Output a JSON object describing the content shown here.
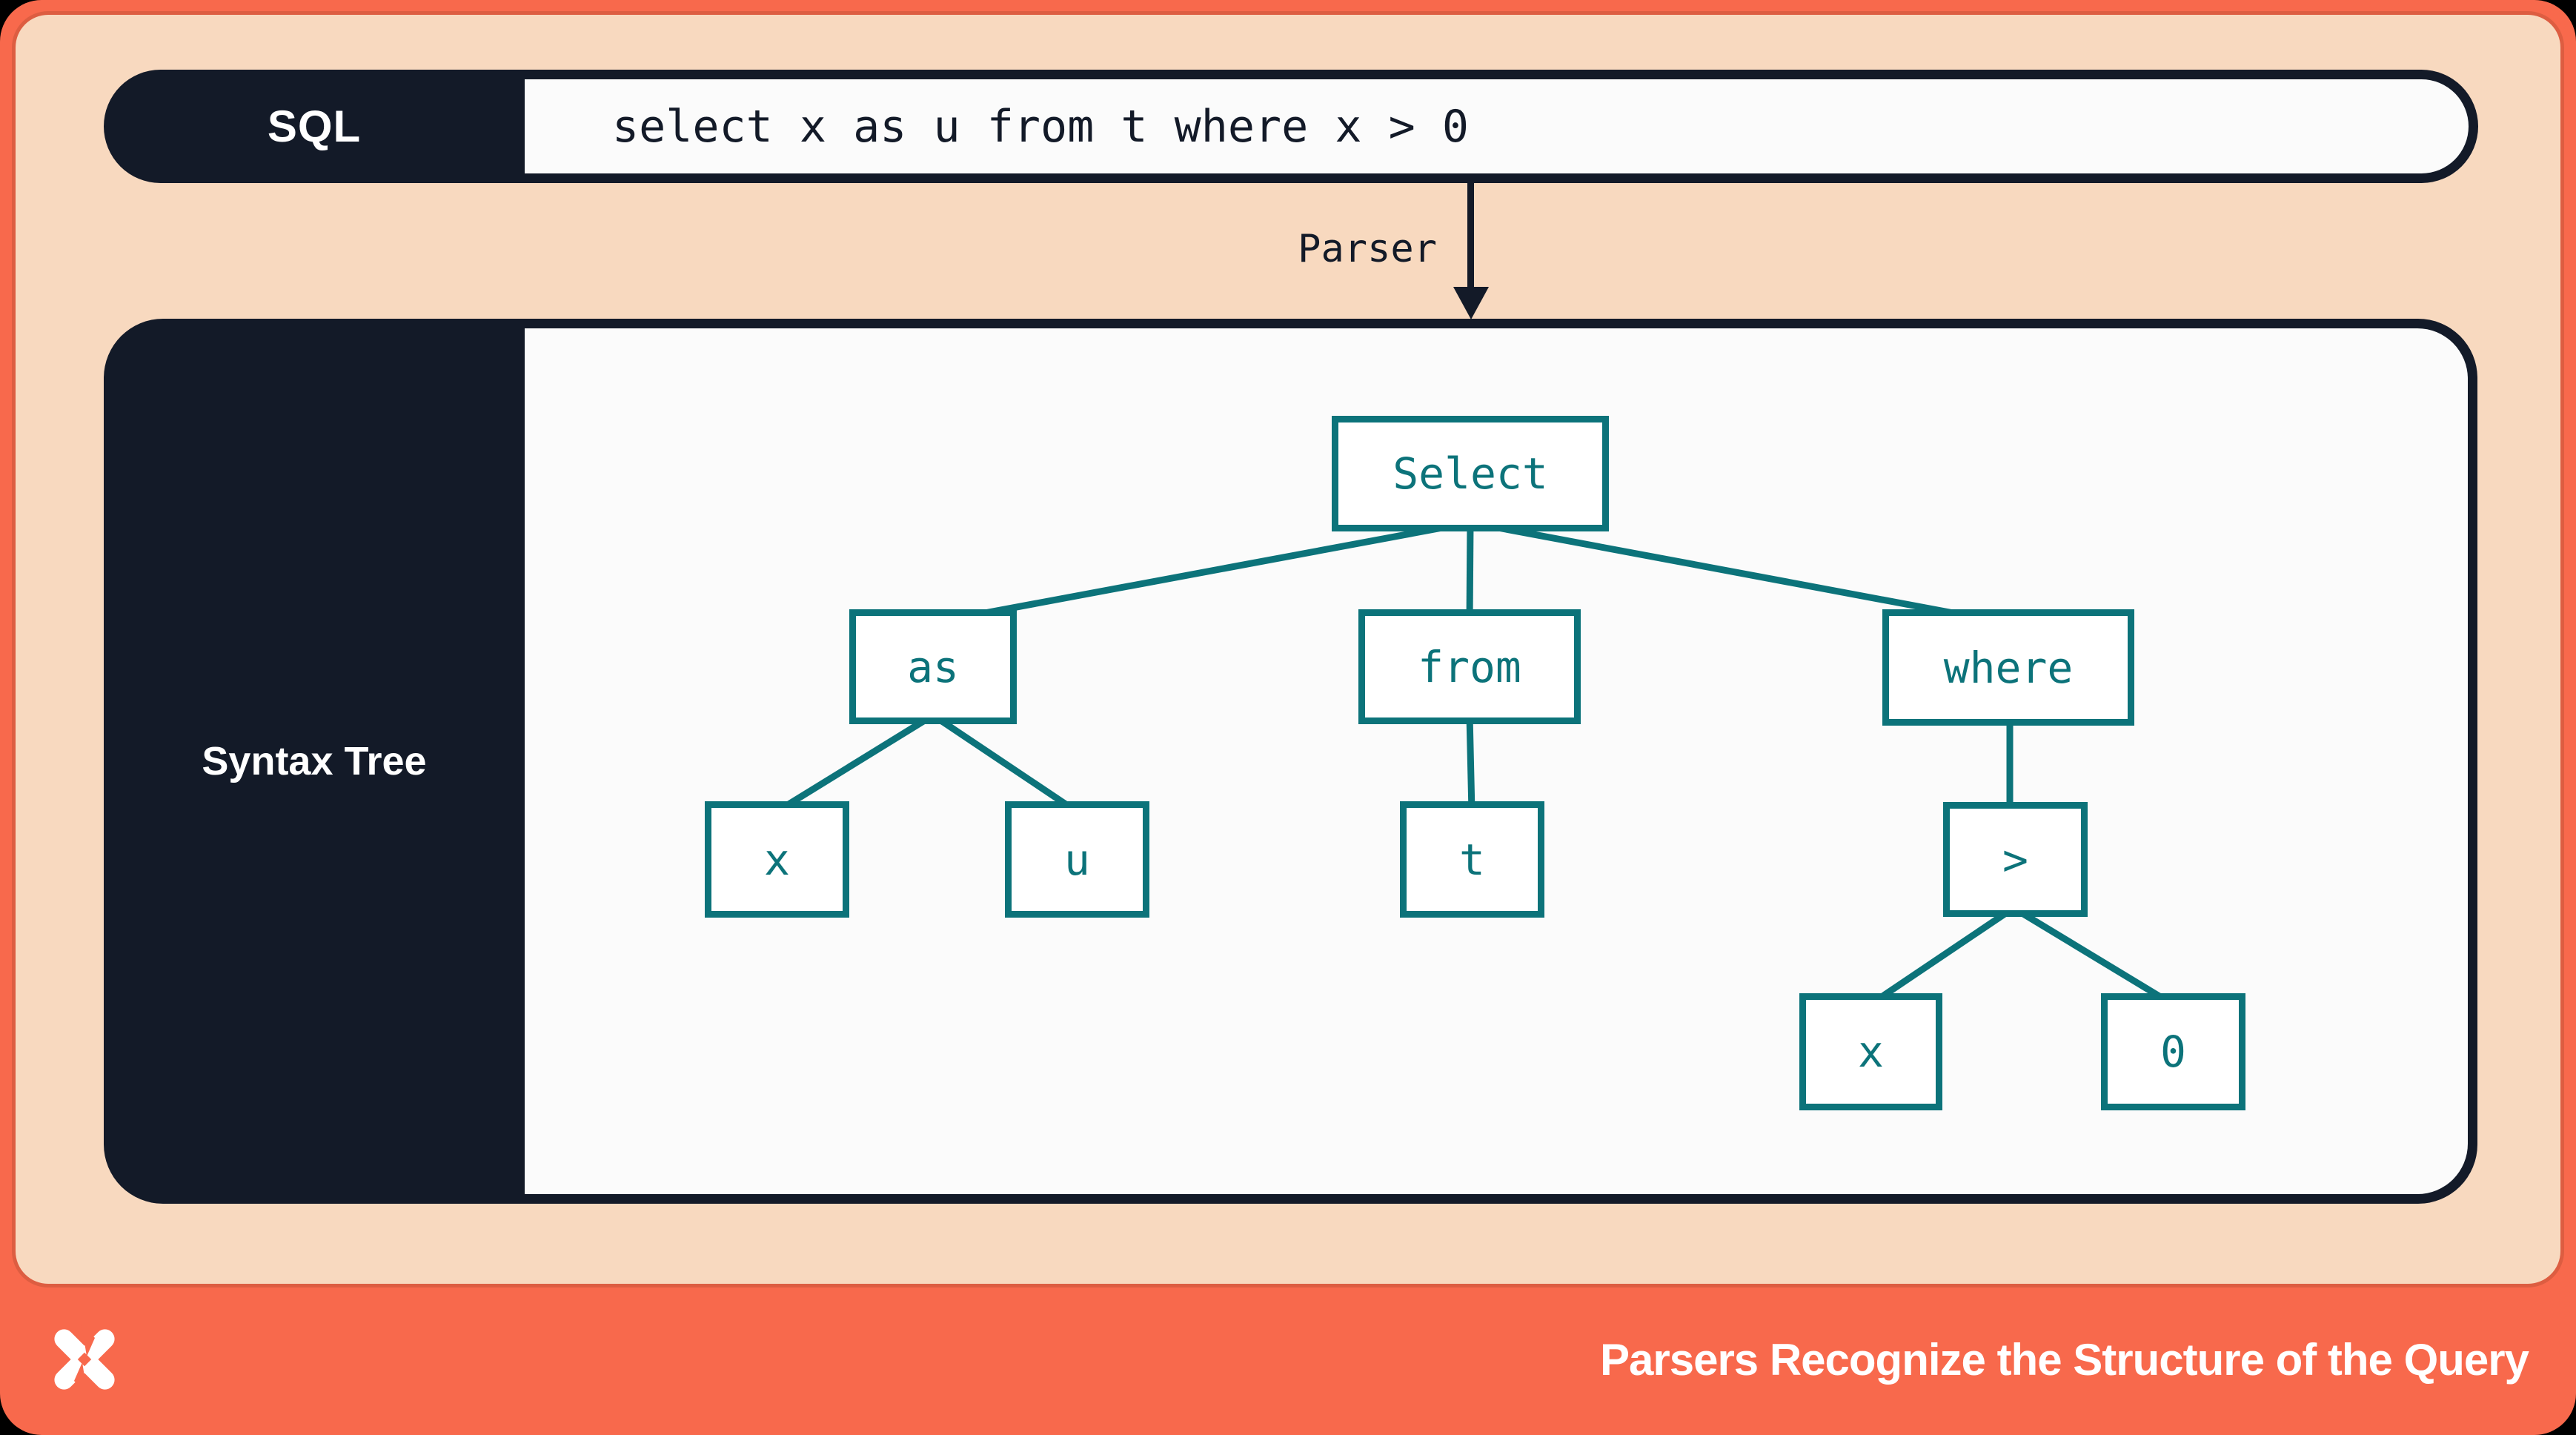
{
  "slide": {
    "sql_bar": {
      "label": "SQL",
      "query": "select x as u from t where x > 0"
    },
    "parser": {
      "label": "Parser"
    },
    "syntax_tree": {
      "panel_label": "Syntax Tree",
      "nodes": [
        {
          "id": "select",
          "label": "Select"
        },
        {
          "id": "as",
          "label": "as"
        },
        {
          "id": "from",
          "label": "from"
        },
        {
          "id": "where",
          "label": "where"
        },
        {
          "id": "x-alias",
          "label": "x"
        },
        {
          "id": "u",
          "label": "u"
        },
        {
          "id": "t",
          "label": "t"
        },
        {
          "id": "gt",
          "label": ">"
        },
        {
          "id": "x-operand",
          "label": "x"
        },
        {
          "id": "zero",
          "label": "0"
        }
      ],
      "edges": [
        [
          "Select",
          "as"
        ],
        [
          "Select",
          "from"
        ],
        [
          "Select",
          "where"
        ],
        [
          "as",
          "x"
        ],
        [
          "as",
          "u"
        ],
        [
          "from",
          "t"
        ],
        [
          "where",
          ">"
        ],
        [
          ">",
          "x"
        ],
        [
          ">",
          "0"
        ]
      ]
    },
    "footer": {
      "title": "Parsers Recognize the Structure of the Query",
      "logo": "dbt-logo"
    },
    "colors": {
      "orange": "#f8694c",
      "peach": "#f8d9bf",
      "navy": "#131a28",
      "teal": "#0c737a",
      "panel_background": "#fbfbfb",
      "white": "#ffffff"
    }
  }
}
